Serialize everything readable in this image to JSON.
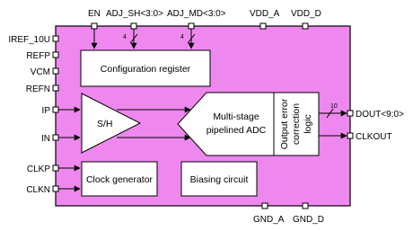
{
  "colors": {
    "chip_fill": "#ee88ee",
    "block_fill": "#ffffff",
    "stroke": "#000000"
  },
  "pins_top": {
    "en": "EN",
    "adj_sh": "ADJ_SH<3:0>",
    "adj_md": "ADJ_MD<3:0>",
    "vdd_a": "VDD_A",
    "vdd_d": "VDD_D"
  },
  "pins_left": {
    "iref": "IREF_10U",
    "refp": "REFP",
    "vcm": "VCM",
    "refn": "REFN",
    "ip": "IP",
    "in": "IN",
    "clkp": "CLKP",
    "clkn": "CLKN"
  },
  "pins_right": {
    "dout": "DOUT<9:0>",
    "clkout": "CLKOUT"
  },
  "pins_bottom": {
    "gnd_a": "GND_A",
    "gnd_d": "GND_D"
  },
  "bus_widths": {
    "adj_sh": "4",
    "adj_md": "4",
    "dout": "10"
  },
  "blocks": {
    "config": "Configuration register",
    "sh": "S/H",
    "adc_line1": "Multi-stage",
    "adc_line2": "pipelined ADC",
    "correction_line1": "Output error",
    "correction_line2": "correction",
    "correction_line3": "logic",
    "clock": "Clock generator",
    "bias": "Biasing circuit"
  }
}
